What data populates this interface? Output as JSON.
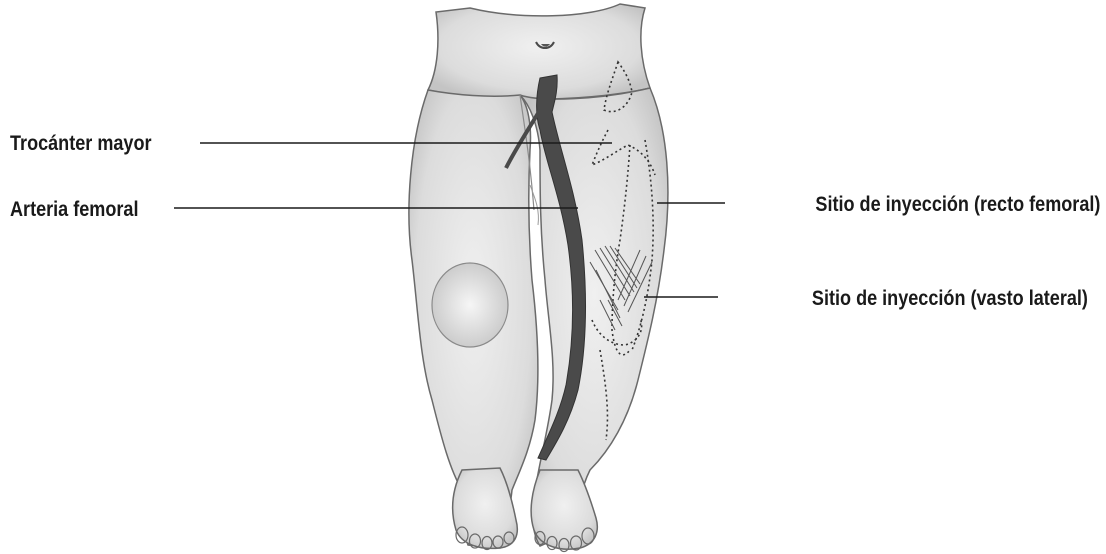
{
  "labels": {
    "trochanter": "Trocánter mayor",
    "femoral_artery": "Arteria femoral",
    "rectus_femoris_site": "Sitio de inyección (recto femoral)",
    "vastus_lateralis_site": "Sitio de inyección (vasto lateral)"
  },
  "colors": {
    "skin": "#e6e6e6",
    "outline": "#6a6a6a",
    "artery": "#4a4a4a",
    "leader_line": "#1a1a1a",
    "text": "#1a1a1a"
  }
}
